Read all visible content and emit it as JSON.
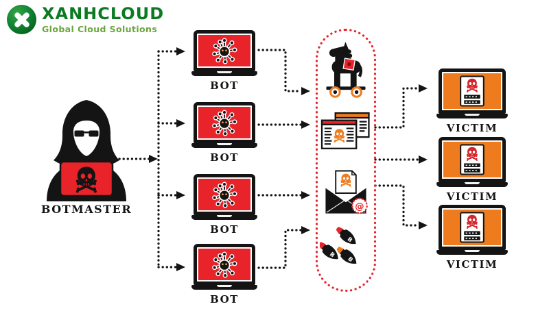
{
  "colors": {
    "red": "#e8232a",
    "orange": "#ee7c1e",
    "ink": "#141414",
    "logo_green_dark": "#0b7b22",
    "logo_green_light": "#6aa63b"
  },
  "logo": {
    "icon": "xanhcloud-x-globe-logo",
    "brand": "XANHCLOUD",
    "tagline": "Global Cloud Solutions"
  },
  "actors": {
    "botmaster": {
      "label": "BOTMASTER",
      "icon": "hooded-hacker-skull-laptop"
    },
    "bots": [
      {
        "label": "BOT",
        "icon": "virus-infected-laptop"
      },
      {
        "label": "BOT",
        "icon": "virus-infected-laptop"
      },
      {
        "label": "BOT",
        "icon": "virus-infected-laptop"
      },
      {
        "label": "BOT",
        "icon": "virus-infected-laptop"
      }
    ],
    "victims": [
      {
        "label": "VICTIM",
        "icon": "hacked-laptop-skull-login"
      },
      {
        "label": "VICTIM",
        "icon": "hacked-laptop-skull-login"
      },
      {
        "label": "VICTIM",
        "icon": "hacked-laptop-skull-login"
      }
    ]
  },
  "attacks": {
    "items": [
      {
        "icon": "trojan-horse-icon"
      },
      {
        "icon": "stolen-data-cards-icon"
      },
      {
        "icon": "phishing-email-icon",
        "at_symbol": "@"
      },
      {
        "icon": "bomb-payload-icon",
        "marking": "B"
      }
    ]
  }
}
